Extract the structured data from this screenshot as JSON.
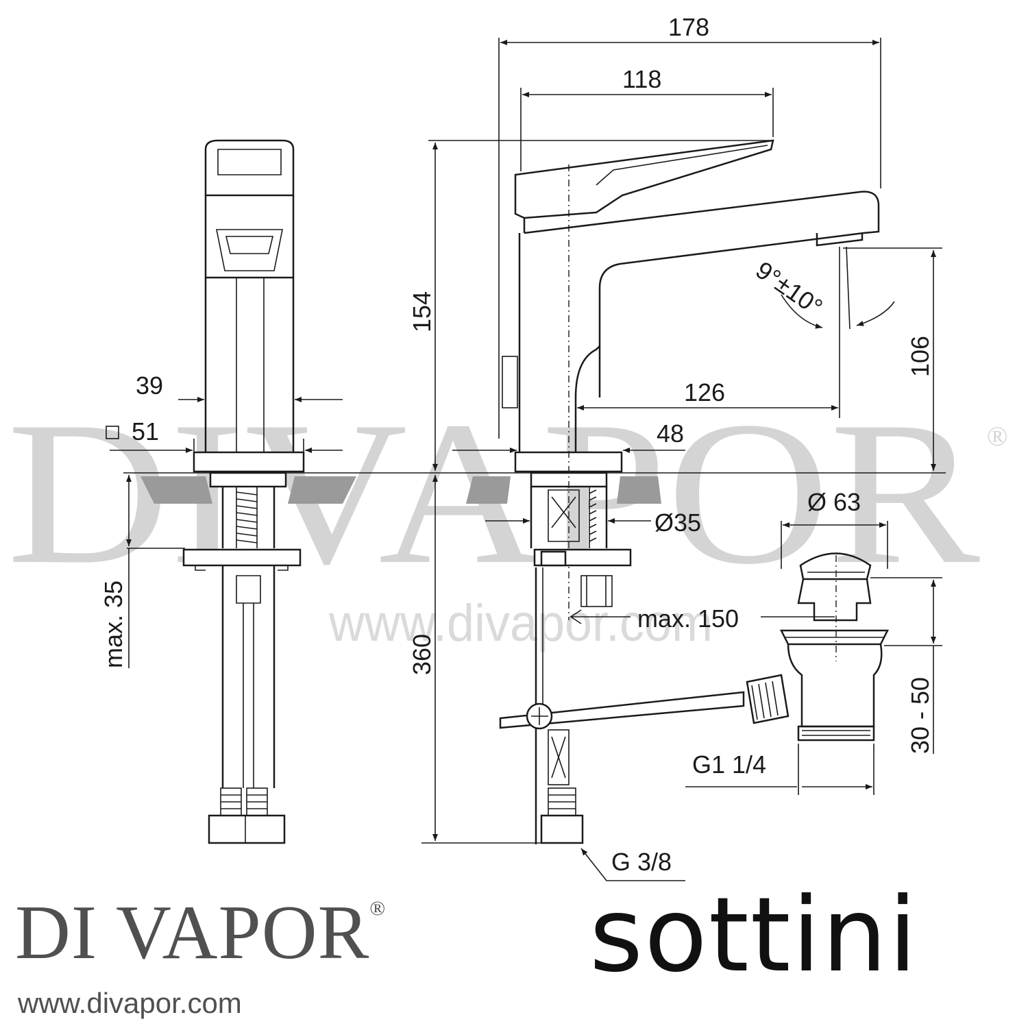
{
  "watermark": {
    "logo_text": "DIVAPOR",
    "registered": "®",
    "url": "www.divapor.com"
  },
  "dimensions": {
    "d178": "178",
    "d118": "118",
    "d154": "154",
    "d106": "106",
    "d126": "126",
    "d48": "48",
    "d39": "39",
    "d51": "51",
    "angle": "9°±10°",
    "d35_dia": "Ø35",
    "d63_dia": "Ø 63",
    "max150": "max. 150",
    "max35": "max. 35",
    "d360": "360",
    "d30_50": "30 - 50",
    "g114": "G1 1/4",
    "g38": "G 3/8"
  },
  "branding": {
    "left_logo": "DI VAPOR",
    "left_registered": "®",
    "left_url": "www.divapor.com",
    "right_logo": "sottini"
  },
  "icons": {
    "square_symbol": "square-outline-icon"
  }
}
